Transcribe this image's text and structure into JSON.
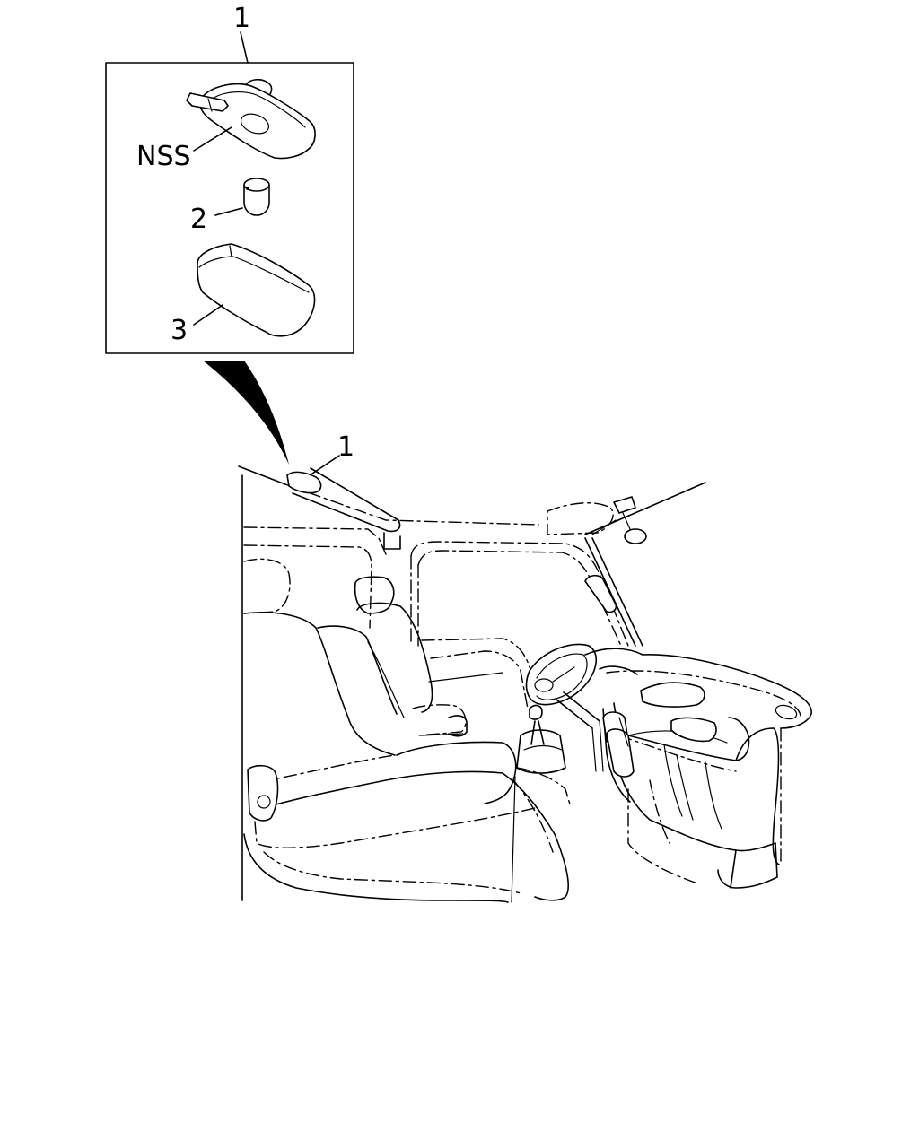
{
  "callouts": {
    "top_item": "1",
    "nss": "NSS",
    "bulb": "2",
    "lens": "3",
    "location": "1"
  }
}
